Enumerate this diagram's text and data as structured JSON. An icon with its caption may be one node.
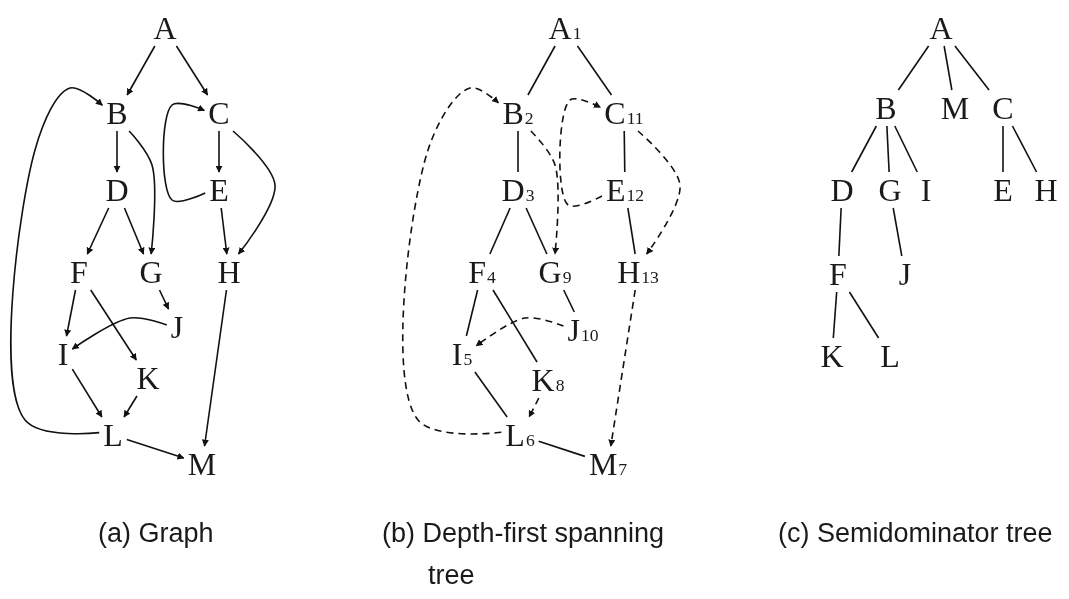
{
  "diagram": {
    "nodes": [
      {
        "text": [
          "A"
        ]
      },
      {
        "text": [
          "B"
        ]
      },
      {
        "text": [
          "C"
        ]
      },
      {
        "text": [
          "D"
        ]
      },
      {
        "text": [
          "E"
        ]
      },
      {
        "text": [
          "F"
        ]
      },
      {
        "text": [
          "G"
        ]
      },
      {
        "text": [
          "H"
        ]
      },
      {
        "text": [
          "J"
        ]
      },
      {
        "text": [
          "I"
        ]
      },
      {
        "text": [
          "K"
        ]
      },
      {
        "text": [
          "L"
        ]
      },
      {
        "text": [
          "M"
        ]
      },
      {
        "text": [
          "A$_{1}$"
        ]
      },
      {
        "text": [
          "B$_{2}$"
        ]
      },
      {
        "text": [
          "C$_{11}$"
        ]
      },
      {
        "text": [
          "D$_{3}$"
        ]
      },
      {
        "text": [
          "E$_{12}$"
        ]
      },
      {
        "text": [
          "F$_{4}$"
        ]
      },
      {
        "text": [
          "G$_{9}$"
        ]
      },
      {
        "text": [
          "H$_{13}$"
        ]
      },
      {
        "text": [
          "J$_{10}$"
        ]
      },
      {
        "text": [
          "I$_{5}$"
        ]
      },
      {
        "text": [
          "K$_{8}$"
        ]
      },
      {
        "text": [
          "L$_{6}$"
        ]
      },
      {
        "text": [
          "M$_{7}$"
        ]
      },
      {
        "text": [
          "A"
        ]
      },
      {
        "text": [
          "B"
        ]
      },
      {
        "text": [
          "M"
        ]
      },
      {
        "text": [
          "C"
        ]
      },
      {
        "text": [
          "D"
        ]
      },
      {
        "text": [
          "G"
        ]
      },
      {
        "text": [
          "I"
        ]
      },
      {
        "text": [
          "E"
        ]
      },
      {
        "text": [
          "H"
        ]
      },
      {
        "text": [
          "F"
        ]
      },
      {
        "text": [
          "J"
        ]
      },
      {
        "text": [
          "K"
        ]
      },
      {
        "text": [
          "L"
        ]
      }
    ],
    "edges": [
      {
        "from": 0,
        "to": 1,
        "arrow": "to"
      },
      {
        "from": 0,
        "to": 2,
        "arrow": "to"
      },
      {
        "from": 1,
        "to": 3,
        "arrow": "to"
      },
      {
        "from": 1,
        "to": 6,
        "arrow": "to"
      },
      {
        "from": 2,
        "to": 4,
        "arrow": "to"
      },
      {
        "from": 2,
        "to": 7,
        "arrow": "to"
      },
      {
        "from": 4,
        "to": 2,
        "arrow": "to"
      },
      {
        "from": 3,
        "to": 5,
        "arrow": "to"
      },
      {
        "from": 3,
        "to": 6,
        "arrow": "to"
      },
      {
        "from": 4,
        "to": 7,
        "arrow": "to"
      },
      {
        "from": 5,
        "to": 9,
        "arrow": "to"
      },
      {
        "from": 5,
        "to": 10,
        "arrow": "to"
      },
      {
        "from": 6,
        "to": 8,
        "arrow": "to"
      },
      {
        "from": 8,
        "to": 9,
        "arrow": "to"
      },
      {
        "from": 9,
        "to": 11,
        "arrow": "to"
      },
      {
        "from": 10,
        "to": 11,
        "arrow": "to"
      },
      {
        "from": 11,
        "to": 1,
        "arrow": "to"
      },
      {
        "from": 11,
        "to": 12,
        "arrow": "to"
      },
      {
        "from": 7,
        "to": 12,
        "arrow": "to"
      },
      {
        "from": 13,
        "to": 14,
        "arrow": "none"
      },
      {
        "from": 13,
        "to": 15,
        "arrow": "none"
      },
      {
        "from": 14,
        "to": 16,
        "arrow": "none"
      },
      {
        "from": 14,
        "to": 19,
        "arrow": "to",
        "style": "dashed"
      },
      {
        "from": 15,
        "to": 17,
        "arrow": "none"
      },
      {
        "from": 15,
        "to": 20,
        "arrow": "to",
        "style": "dashed"
      },
      {
        "from": 17,
        "to": 15,
        "arrow": "to",
        "style": "dashed"
      },
      {
        "from": 16,
        "to": 18,
        "arrow": "none"
      },
      {
        "from": 16,
        "to": 19,
        "arrow": "none"
      },
      {
        "from": 17,
        "to": 20,
        "arrow": "none"
      },
      {
        "from": 18,
        "to": 22,
        "arrow": "none"
      },
      {
        "from": 18,
        "to": 23,
        "arrow": "none"
      },
      {
        "from": 19,
        "to": 21,
        "arrow": "none"
      },
      {
        "from": 21,
        "to": 22,
        "arrow": "to",
        "style": "dashed"
      },
      {
        "from": 22,
        "to": 24,
        "arrow": "none"
      },
      {
        "from": 23,
        "to": 24,
        "arrow": "to",
        "style": "dashed"
      },
      {
        "from": 24,
        "to": 14,
        "arrow": "to",
        "style": "dashed"
      },
      {
        "from": 24,
        "to": 25,
        "arrow": "none"
      },
      {
        "from": 20,
        "to": 25,
        "arrow": "to",
        "style": "dashed"
      },
      {
        "from": 26,
        "to": 27,
        "arrow": "none"
      },
      {
        "from": 26,
        "to": 28,
        "arrow": "none"
      },
      {
        "from": 26,
        "to": 29,
        "arrow": "none"
      },
      {
        "from": 27,
        "to": 30,
        "arrow": "none"
      },
      {
        "from": 27,
        "to": 31,
        "arrow": "none"
      },
      {
        "from": 27,
        "to": 32,
        "arrow": "none"
      },
      {
        "from": 29,
        "to": 33,
        "arrow": "none"
      },
      {
        "from": 29,
        "to": 34,
        "arrow": "none"
      },
      {
        "from": 30,
        "to": 35,
        "arrow": "none"
      },
      {
        "from": 31,
        "to": 36,
        "arrow": "none"
      },
      {
        "from": 35,
        "to": 37,
        "arrow": "none"
      },
      {
        "from": 35,
        "to": 38,
        "arrow": "none"
      }
    ],
    "labels": [
      "(a) Graph",
      "(b) Depth-first spanning tree",
      "(c) Semidominator tree"
    ]
  }
}
